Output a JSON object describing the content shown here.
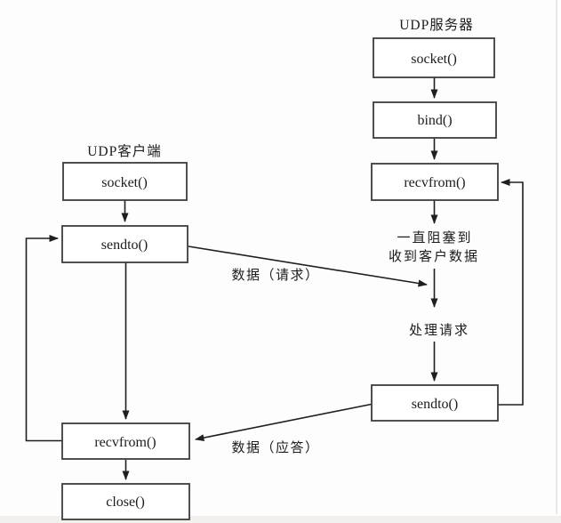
{
  "figure": {
    "background_color": "#fdfdfd",
    "bottom_strip_color": "#f1f0ed",
    "right_border_color": "#eae8e5",
    "line_color": "#1f1f1f",
    "box_border_color": "#3c3c3c",
    "box_fill_color": "#ffffff",
    "text_color": "#1c1c1c"
  },
  "client": {
    "title": "UDP客户端",
    "socket": "socket()",
    "sendto": "sendto()",
    "recvfrom": "recvfrom()",
    "close": "close()"
  },
  "server": {
    "title": "UDP服务器",
    "socket": "socket()",
    "bind": "bind()",
    "recvfrom": "recvfrom()",
    "block_note_line1": "一直阻塞到",
    "block_note_line2": "收到客户数据",
    "process_request": "处理请求",
    "sendto": "sendto()"
  },
  "messages": {
    "request": "数据（请求）",
    "reply": "数据（应答）"
  }
}
